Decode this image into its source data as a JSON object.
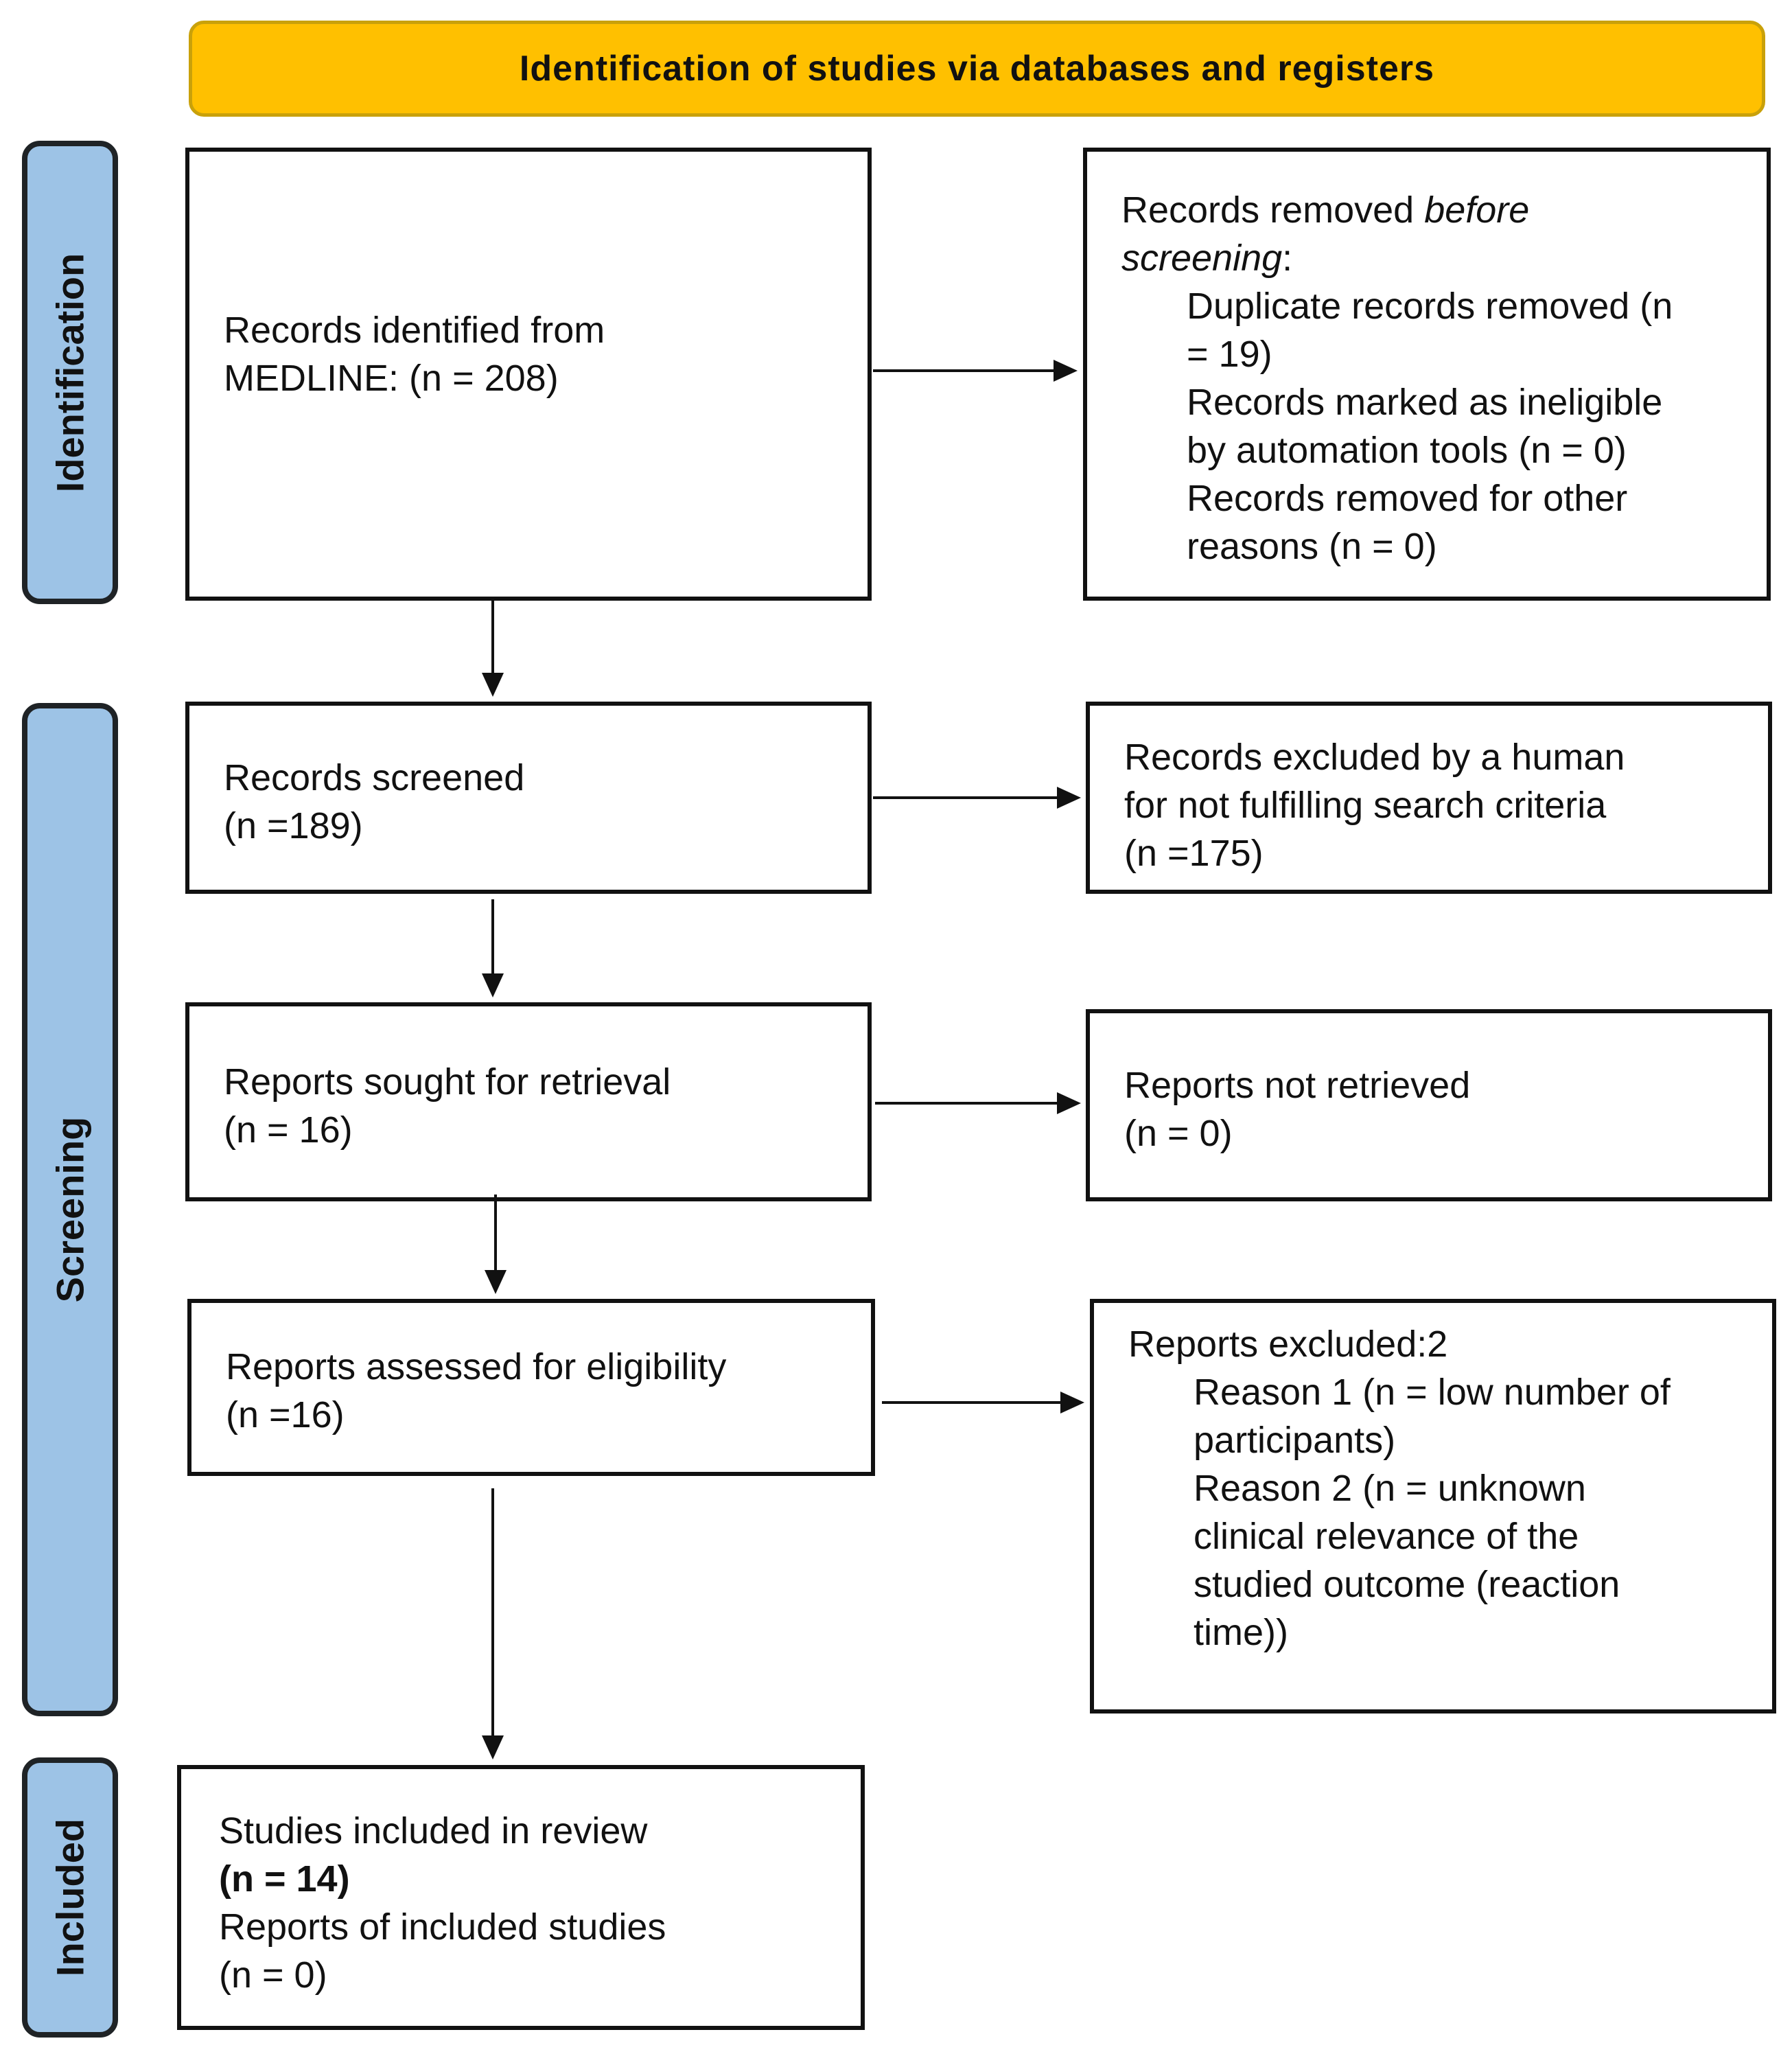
{
  "header": {
    "title": "Identification of studies via databases and registers"
  },
  "phases": {
    "identification": "Identification",
    "screening": "Screening",
    "included": "Included"
  },
  "boxes": {
    "identified": {
      "line1": "Records identified from",
      "line2": "MEDLINE: (n = 208)"
    },
    "removed": {
      "intro": "Records removed ",
      "intro_italic": "before",
      "intro_italic2": "screening",
      "intro_tail": ":",
      "items": [
        [
          "Duplicate records removed (n",
          "= 19)"
        ],
        [
          "Records marked as ineligible",
          "by automation tools (n = 0)"
        ],
        [
          "Records removed for other",
          "reasons (n = 0)"
        ]
      ]
    },
    "screened": {
      "line1": "Records screened",
      "line2": "(n =189)"
    },
    "excluded_human": {
      "line1": "Records excluded by a human",
      "line2": "for not fulfilling search criteria",
      "line3": "(n =175)"
    },
    "sought": {
      "line1": "Reports sought for retrieval",
      "line2": "(n = 16)"
    },
    "not_retrieved": {
      "line1": "Reports not retrieved",
      "line2": "(n = 0)"
    },
    "assessed": {
      "line1": "Reports assessed for eligibility",
      "line2": "(n =16)"
    },
    "reports_excluded": {
      "title": "Reports excluded:2",
      "reason1": [
        "Reason 1 (n = low number of",
        "participants)"
      ],
      "reason2": [
        "Reason 2 (n = unknown",
        "clinical relevance of the",
        "studied outcome (reaction",
        "time))"
      ]
    },
    "included": {
      "line1": "Studies included in review",
      "line2": "(n = 14)",
      "line3": "Reports of included studies",
      "line4": "(n = 0)"
    }
  }
}
